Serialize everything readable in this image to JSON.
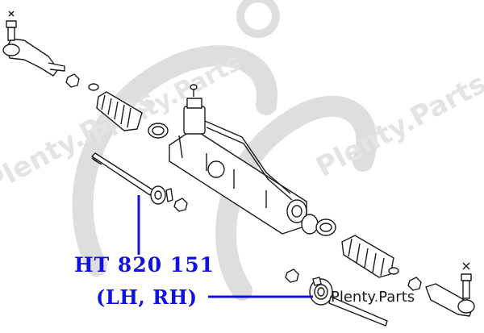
{
  "diagram": {
    "part_number": "HT 820 151",
    "side_label": "(LH, RH)",
    "brand": {
      "name": "Plenty",
      "suffix": "Parts",
      "separator": "."
    },
    "watermark_text": "Plenty.Parts",
    "colors": {
      "callout": "#1010e0",
      "line_art": "#1a1a1a",
      "watermark": "#dcdcdc"
    }
  }
}
